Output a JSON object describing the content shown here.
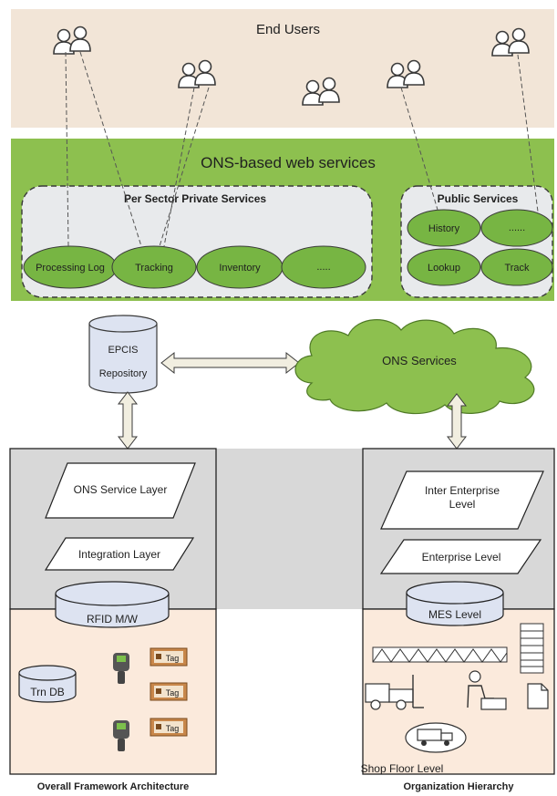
{
  "top": {
    "end_users": "End Users",
    "ons_web_services": "ONS-based web services",
    "private_title": "Per Sector Private Services",
    "public_title": "Public Services",
    "private_services": [
      "Processing Log",
      "Tracking",
      "Inventory",
      "....."
    ],
    "public_services": [
      "History",
      "......",
      "Lookup",
      "Track"
    ]
  },
  "middle": {
    "epcis_line1": "EPCIS",
    "epcis_line2": "Repository",
    "ons_services": "ONS Services"
  },
  "left_stack": {
    "ons_service_layer": "ONS Service Layer",
    "integration_layer": "Integration Layer",
    "rfid_mw": "RFID M/W",
    "trn_db": "Trn DB",
    "tag": "Tag",
    "caption": "Overall Framework Architecture"
  },
  "right_stack": {
    "inter_enterprise_line1": "Inter Enterprise",
    "inter_enterprise_line2": "Level",
    "enterprise_level": "Enterprise Level",
    "mes_level": "MES Level",
    "shop_floor_level": "Shop Floor Level",
    "caption": "Organization Hierarchy"
  },
  "colors": {
    "end_users_bg": "#f2e5d7",
    "services_band": "#8dc04f",
    "service_ellipse": "#77b543",
    "panel_gray": "#d8d8d8",
    "floor_bg": "#fbeadc",
    "cylinder_fill": "#dde3f1"
  },
  "icons": [
    "user-pair-icon",
    "handheld-reader-icon",
    "rfid-tag-icon",
    "forklift-icon",
    "conveyor-icon",
    "worker-icon",
    "truck-icon",
    "document-icon",
    "server-rack-icon"
  ]
}
